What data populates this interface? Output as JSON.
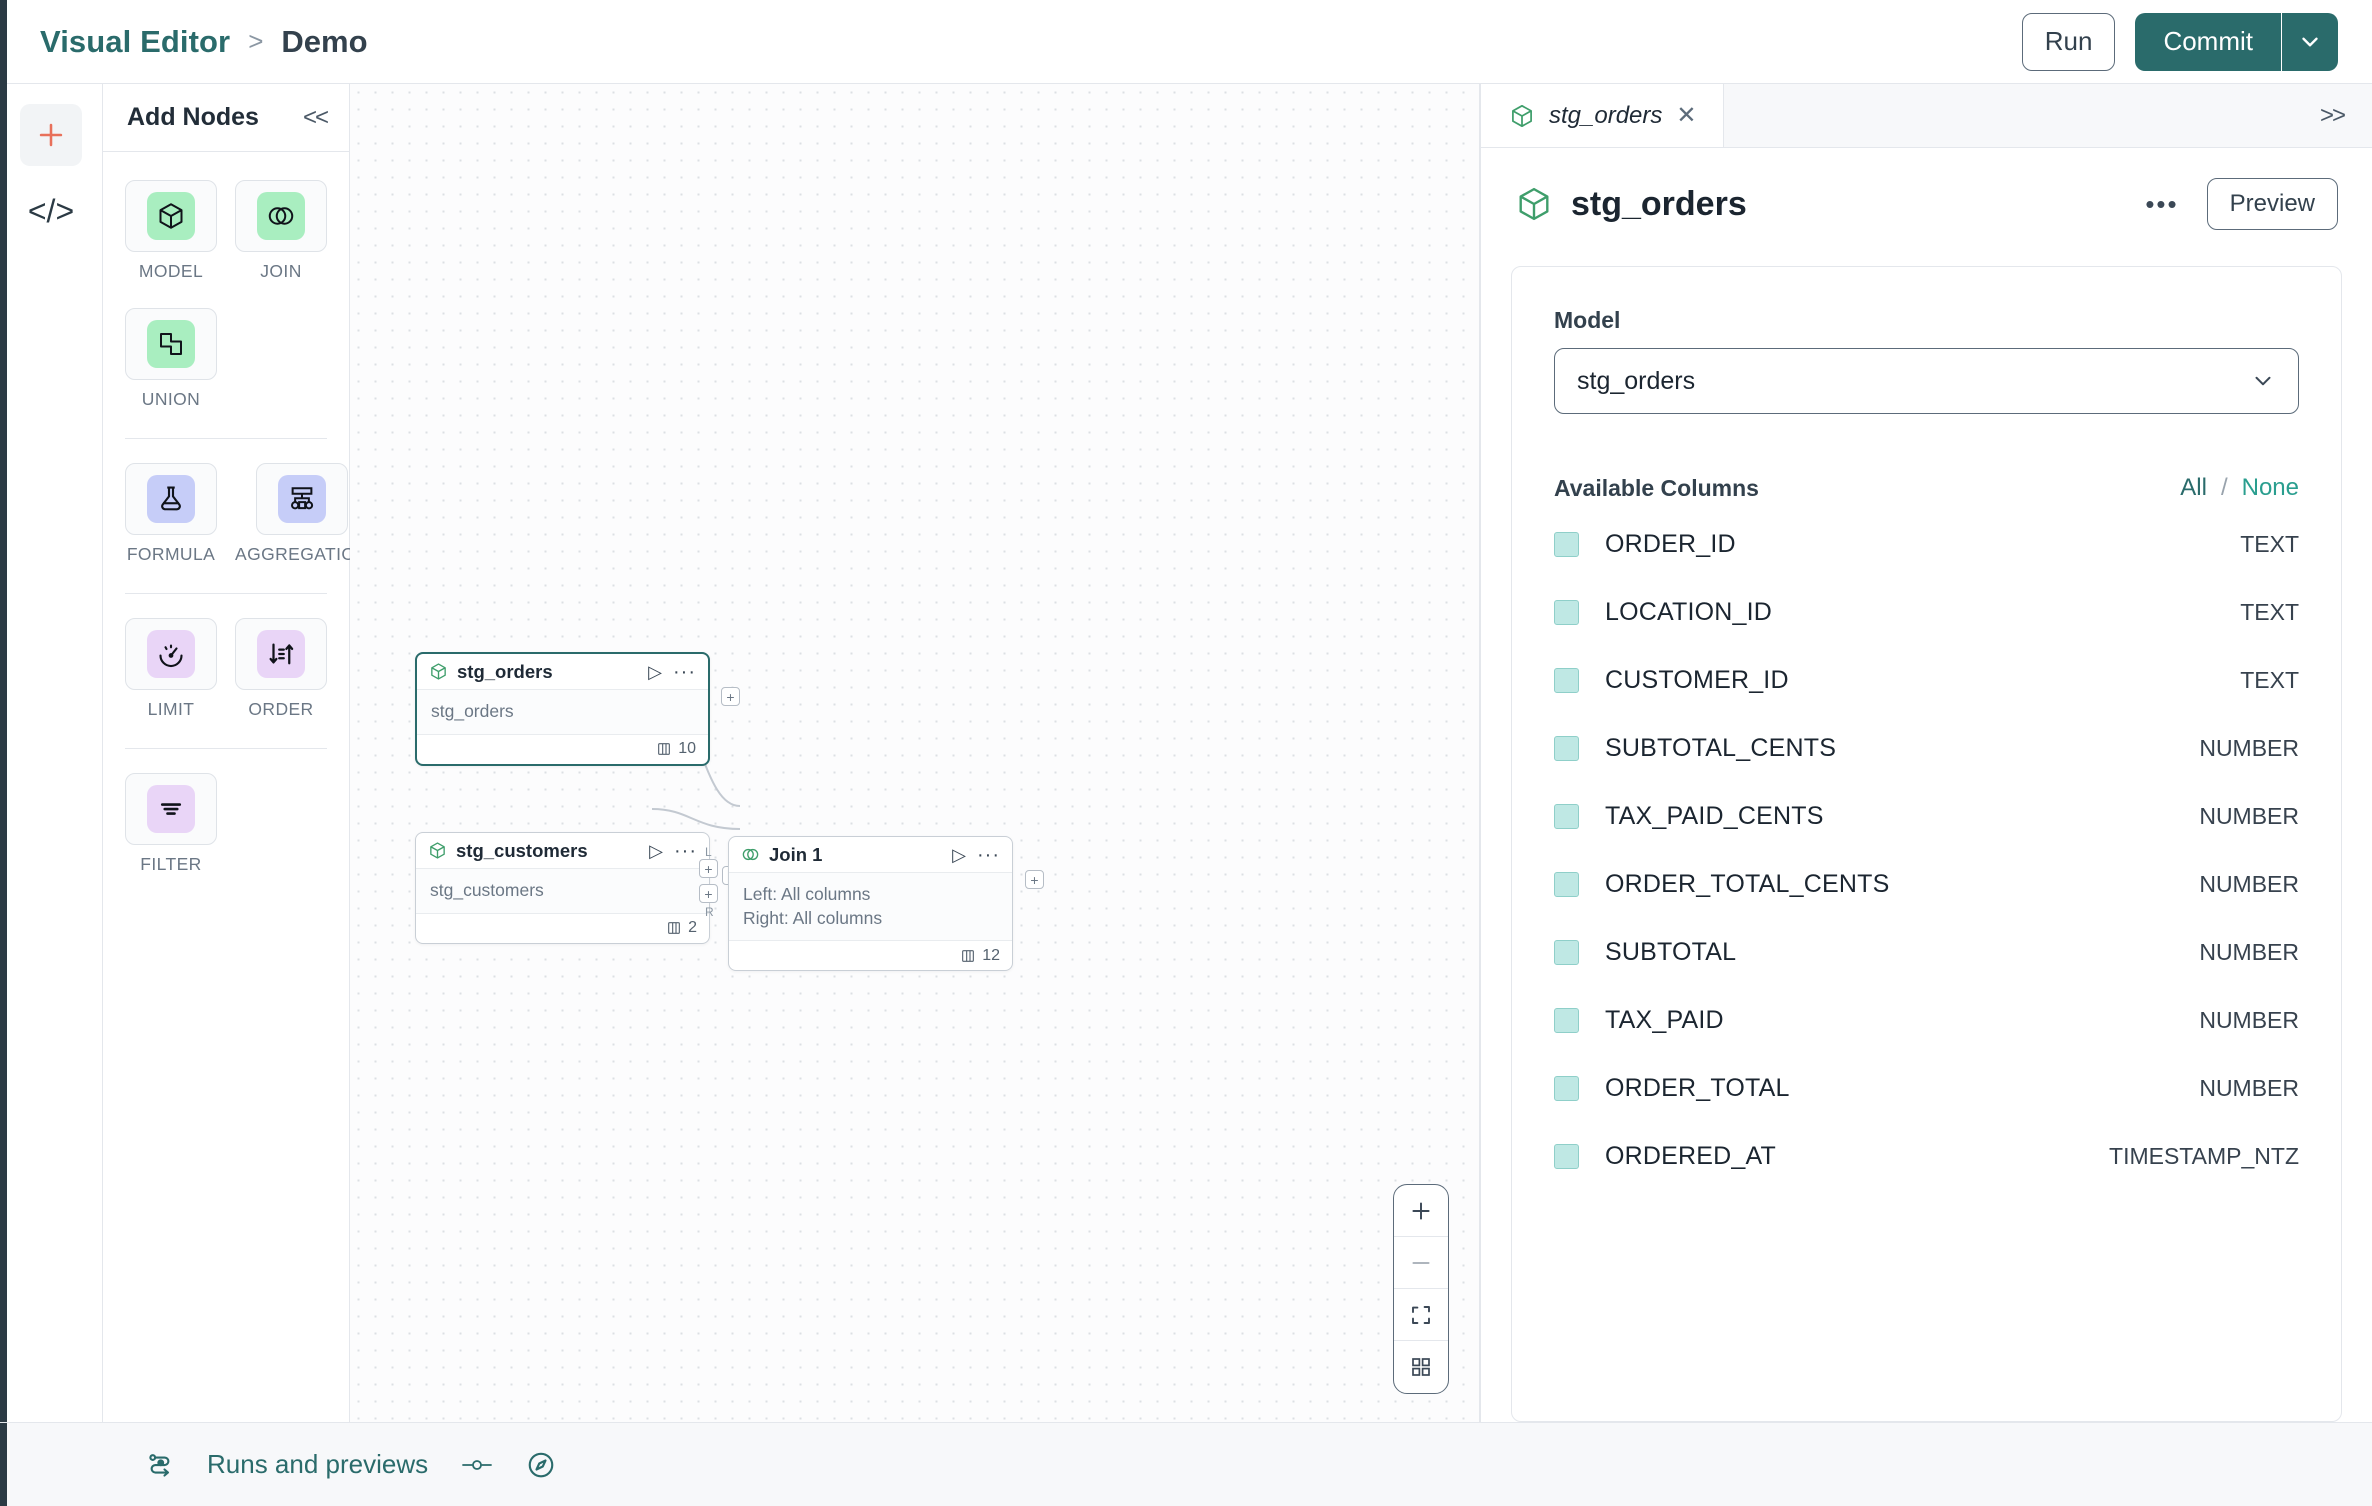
{
  "header": {
    "breadcrumb_root": "Visual Editor",
    "breadcrumb_sep": ">",
    "breadcrumb_leaf": "Demo",
    "run_label": "Run",
    "commit_label": "Commit",
    "accent_color": "#2a6b6b"
  },
  "rail": {
    "add_icon": "plus-icon",
    "code_icon": "code-icon",
    "code_glyph": "</>"
  },
  "nodes_panel": {
    "title": "Add Nodes",
    "collapse_glyph": "<<",
    "groups": [
      {
        "items": [
          {
            "label": "MODEL",
            "icon": "cube-icon",
            "tone": "green"
          },
          {
            "label": "JOIN",
            "icon": "venn-icon",
            "tone": "green"
          },
          {
            "label": "UNION",
            "icon": "union-shapes-icon",
            "tone": "green"
          }
        ]
      },
      {
        "items": [
          {
            "label": "FORMULA",
            "icon": "flask-icon",
            "tone": "blue"
          },
          {
            "label": "AGGREGATION",
            "icon": "hierarchy-icon",
            "tone": "blue"
          }
        ]
      },
      {
        "items": [
          {
            "label": "LIMIT",
            "icon": "gauge-icon",
            "tone": "purple"
          },
          {
            "label": "ORDER",
            "icon": "sort-icon",
            "tone": "purple"
          }
        ]
      },
      {
        "items": [
          {
            "label": "FILTER",
            "icon": "filter-lines-icon",
            "tone": "purple"
          }
        ]
      }
    ]
  },
  "canvas": {
    "nodes": [
      {
        "id": "stg_orders",
        "title": "stg_orders",
        "icon": "cube-icon",
        "body_line1": "stg_orders",
        "body_line2": "",
        "column_count": "10",
        "selected": true
      },
      {
        "id": "stg_customers",
        "title": "stg_customers",
        "icon": "cube-icon",
        "body_line1": "stg_customers",
        "body_line2": "",
        "column_count": "2",
        "selected": false
      },
      {
        "id": "join1",
        "title": "Join 1",
        "icon": "venn-icon",
        "body_line1": "Left: All columns",
        "body_line2": "Right: All columns",
        "column_count": "12",
        "selected": false
      }
    ],
    "join_handles": {
      "left": "L",
      "right": "R"
    },
    "zoom_controls": [
      {
        "name": "zoom-in-button",
        "glyph": "+"
      },
      {
        "name": "zoom-out-button",
        "glyph": "−"
      },
      {
        "name": "fit-view-button",
        "glyph": "fit"
      },
      {
        "name": "minimap-toggle-button",
        "glyph": "grid"
      }
    ]
  },
  "right_panel": {
    "tab_label": "stg_orders",
    "tab_close_glyph": "✕",
    "expand_glyph": ">>",
    "title": "stg_orders",
    "more_glyph": "•••",
    "preview_label": "Preview",
    "model_field_label": "Model",
    "model_value": "stg_orders",
    "columns_title": "Available Columns",
    "link_all": "All",
    "link_sep": "/",
    "link_none": "None",
    "columns": [
      {
        "name": "ORDER_ID",
        "type": "TEXT",
        "checked": true
      },
      {
        "name": "LOCATION_ID",
        "type": "TEXT",
        "checked": true
      },
      {
        "name": "CUSTOMER_ID",
        "type": "TEXT",
        "checked": true
      },
      {
        "name": "SUBTOTAL_CENTS",
        "type": "NUMBER",
        "checked": true
      },
      {
        "name": "TAX_PAID_CENTS",
        "type": "NUMBER",
        "checked": true
      },
      {
        "name": "ORDER_TOTAL_CENTS",
        "type": "NUMBER",
        "checked": true
      },
      {
        "name": "SUBTOTAL",
        "type": "NUMBER",
        "checked": true
      },
      {
        "name": "TAX_PAID",
        "type": "NUMBER",
        "checked": true
      },
      {
        "name": "ORDER_TOTAL",
        "type": "NUMBER",
        "checked": true
      },
      {
        "name": "ORDERED_AT",
        "type": "TIMESTAMP_NTZ",
        "checked": true
      }
    ]
  },
  "bottom_bar": {
    "runs_label": "Runs and previews",
    "runs_icon": "flow-runs-icon",
    "toggle_icon": "slider-toggle-icon",
    "compass_icon": "compass-icon"
  }
}
